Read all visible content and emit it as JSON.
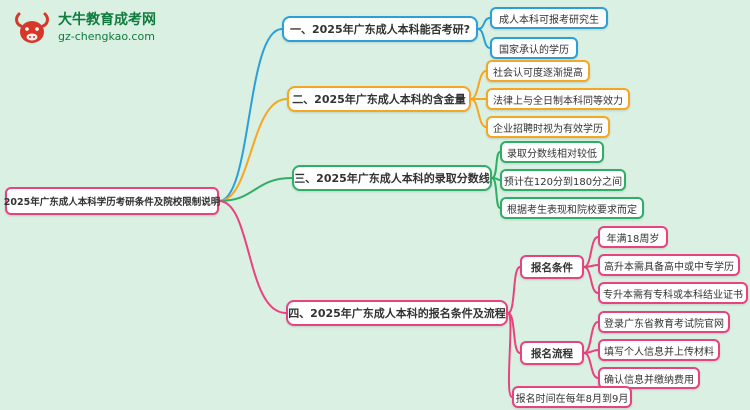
{
  "logo": {
    "title": "大牛教育成考网",
    "subtitle": "gz-chengkao.com",
    "title_color": "#0f7b3c",
    "icon_color": "#d6372b"
  },
  "colors": {
    "background": "#d9f0e3",
    "node_background": "#ffffff",
    "text": "#333333"
  },
  "mindmap": {
    "root": {
      "label": "2025年广东成人本科学历考研条件及院校限制说明",
      "color": "#e8437f"
    },
    "branches": [
      {
        "label": "一、2025年广东成人本科能否考研?",
        "color": "#2ba0d8",
        "children": [
          {
            "label": "成人本科可报考研究生"
          },
          {
            "label": "国家承认的学历"
          }
        ]
      },
      {
        "label": "二、2025年广东成人本科的含金量",
        "color": "#f5a623",
        "children": [
          {
            "label": "社会认可度逐渐提高"
          },
          {
            "label": "法律上与全日制本科同等效力"
          },
          {
            "label": "企业招聘时视为有效学历"
          }
        ]
      },
      {
        "label": "三、2025年广东成人本科的录取分数线",
        "color": "#2fae66",
        "children": [
          {
            "label": "录取分数线相对较低"
          },
          {
            "label": "预计在120分到180分之间"
          },
          {
            "label": "根据考生表现和院校要求而定"
          }
        ]
      },
      {
        "label": "四、2025年广东成人本科的报名条件及流程",
        "color": "#e8437f",
        "children": [
          {
            "label": "报名条件",
            "children": [
              {
                "label": "年满18周岁"
              },
              {
                "label": "高升本需具备高中或中专学历"
              },
              {
                "label": "专升本需有专科或本科结业证书"
              }
            ]
          },
          {
            "label": "报名流程",
            "children": [
              {
                "label": "登录广东省教育考试院官网"
              },
              {
                "label": "填写个人信息并上传材料"
              },
              {
                "label": "确认信息并缴纳费用"
              }
            ]
          },
          {
            "label": "报名时间在每年8月到9月"
          }
        ]
      }
    ]
  }
}
